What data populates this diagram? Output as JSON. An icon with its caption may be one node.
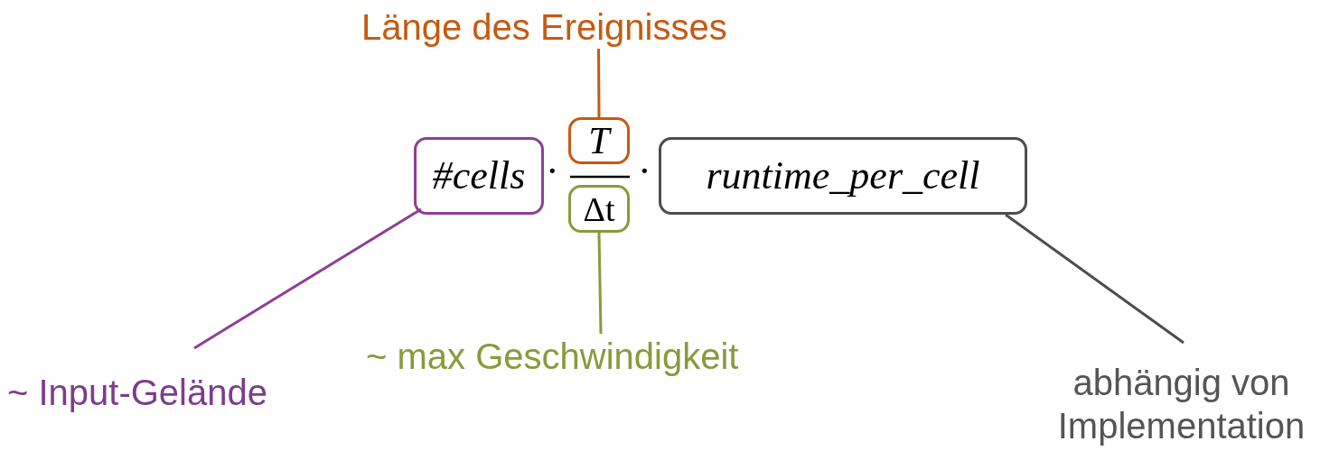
{
  "diagram": {
    "nodes": [
      {
        "text": [
          "Länge des Ereignisses"
        ]
      },
      {
        "text": [
          "#cells"
        ]
      },
      {
        "text": [
          "T"
        ]
      },
      {
        "text": [
          "Δt"
        ]
      },
      {
        "text": [
          "runtime_per_cell"
        ]
      },
      {
        "text": [
          "~ Input-Gelände"
        ]
      },
      {
        "text": [
          "~ max Geschwindigkeit"
        ]
      },
      {
        "text": [
          "abhängig von Implementation"
        ]
      }
    ],
    "edges": [
      {
        "from": 0,
        "to": 2,
        "arrow": "none",
        "color": "#c55a11"
      },
      {
        "from": 1,
        "to": 5,
        "arrow": "none",
        "color": "#8e3f96"
      },
      {
        "from": 3,
        "to": 6,
        "arrow": "none",
        "color": "#8a9a3b"
      },
      {
        "from": 4,
        "to": 7,
        "arrow": "none",
        "color": "#4d4d4d"
      }
    ],
    "labels": [
      "·",
      "·"
    ]
  }
}
